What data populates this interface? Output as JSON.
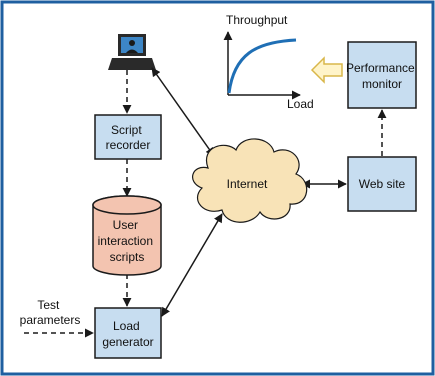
{
  "nodes": {
    "script_recorder": {
      "lines": [
        "Script",
        "recorder"
      ]
    },
    "user_scripts": {
      "lines": [
        "User",
        "interaction",
        "scripts"
      ]
    },
    "load_generator": {
      "lines": [
        "Load",
        "generator"
      ]
    },
    "internet": {
      "lines": [
        "Internet"
      ]
    },
    "web_site": {
      "lines": [
        "Web site"
      ]
    },
    "performance_monitor": {
      "lines": [
        "Performance",
        "monitor"
      ]
    },
    "test_parameters": {
      "lines": [
        "Test",
        "parameters"
      ]
    }
  },
  "throughput_chart": {
    "ylabel": "Throughput",
    "xlabel": "Load",
    "curve_color": "#1f6fb5"
  },
  "colors": {
    "frame": "#1f5fa0",
    "box_fill": "#c7ddf0",
    "cylinder_fill": "#f3c4b0",
    "cloud_fill": "#f8e3b7",
    "arrow_fill": "#fff4c9",
    "arrow_stroke": "#d9b74a",
    "line": "#1a1a1a"
  },
  "icons": {
    "user": "computer-user-icon"
  }
}
